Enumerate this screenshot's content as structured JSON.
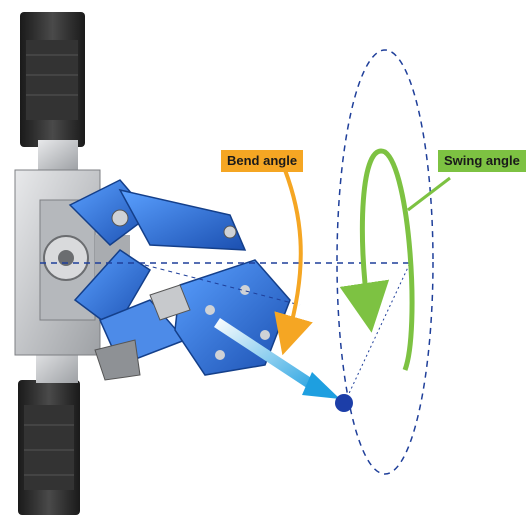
{
  "labels": {
    "bend_angle": "Bend angle",
    "swing_angle": "Swing angle"
  },
  "colors": {
    "bend_accent": "#f5a623",
    "swing_accent": "#7dc242",
    "gripper_blue": "#2f6fd0",
    "motor_dark": "#2b2b2b",
    "frame_silver": "#c7c9cc",
    "ellipse_dash": "#1f3f9a",
    "arrow_cyan": "#25a8e0",
    "target_dot": "#1c3ea8"
  },
  "icons": {
    "target_point": "circle",
    "ellipse_path": "dashed-ellipse"
  }
}
